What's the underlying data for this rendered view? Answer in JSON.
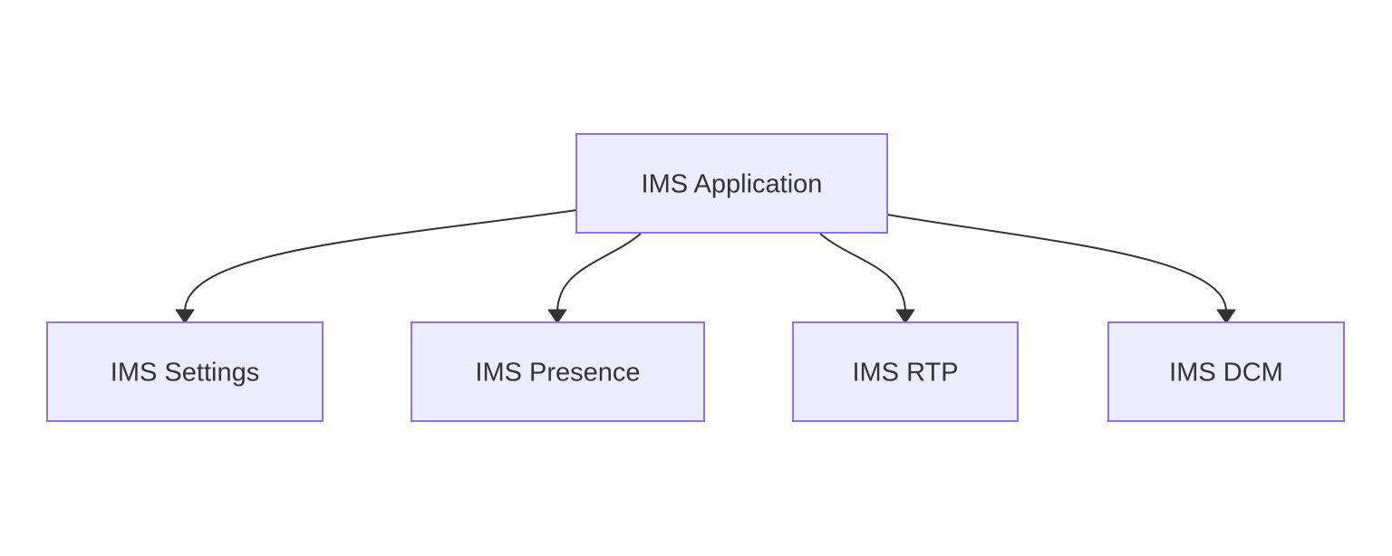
{
  "diagram": {
    "type": "flowchart-top-down",
    "background": "#ffffff",
    "colors": {
      "background": "#ffffff",
      "node-fill": "#ECECFF",
      "node-border": "#9370DB",
      "edge": "#333333",
      "text": "#333333"
    },
    "nodes": [
      {
        "id": "ims-application",
        "label": "IMS Application"
      },
      {
        "id": "ims-settings",
        "label": "IMS Settings"
      },
      {
        "id": "ims-presence",
        "label": "IMS Presence"
      },
      {
        "id": "ims-rtp",
        "label": "IMS RTP"
      },
      {
        "id": "ims-dcm",
        "label": "IMS DCM"
      }
    ],
    "edges": [
      {
        "from": "IMS Application",
        "to": "IMS Settings"
      },
      {
        "from": "IMS Application",
        "to": "IMS Presence"
      },
      {
        "from": "IMS Application",
        "to": "IMS RTP"
      },
      {
        "from": "IMS Application",
        "to": "IMS DCM"
      }
    ]
  }
}
